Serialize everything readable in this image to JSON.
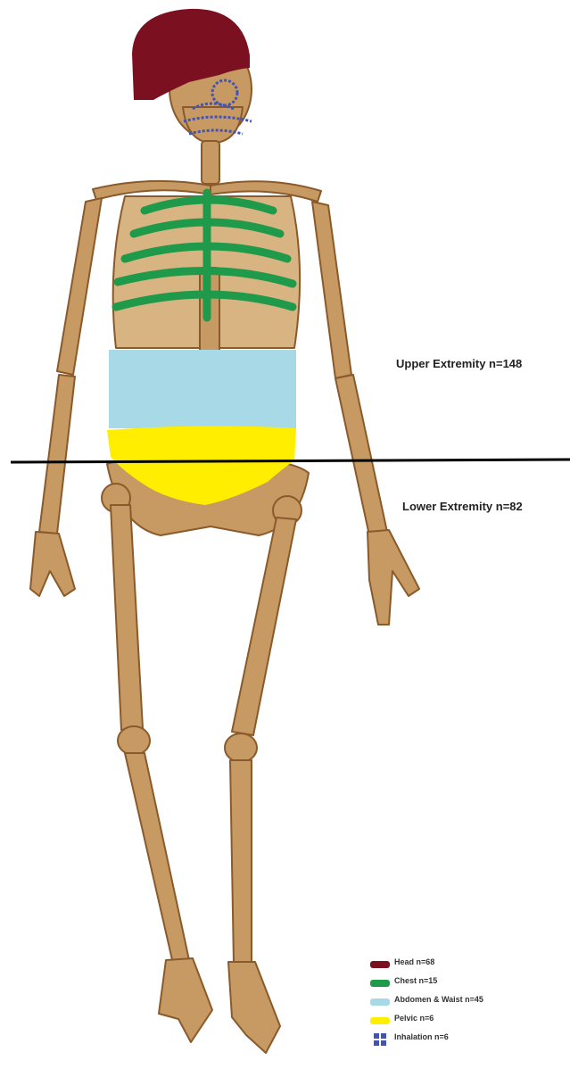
{
  "labels": {
    "upper": "Upper Extremity n=148",
    "lower": "Lower Extremity n=82"
  },
  "legend": [
    {
      "label": "Head n=68",
      "color": "#7b1020",
      "kind": "bar"
    },
    {
      "label": "Chest n=15",
      "color": "#1f9a4b",
      "kind": "bar"
    },
    {
      "label": "Abdomen & Waist n=45",
      "color": "#a7d9e6",
      "kind": "bar"
    },
    {
      "label": "Pelvic n=6",
      "color": "#ffee00",
      "kind": "bar"
    },
    {
      "label": "Inhalation n=6",
      "color": "#4353b4",
      "kind": "grid"
    }
  ],
  "colors": {
    "bone": "#c79a63",
    "bone_dark": "#8a5a2b",
    "divider": "#000000"
  }
}
